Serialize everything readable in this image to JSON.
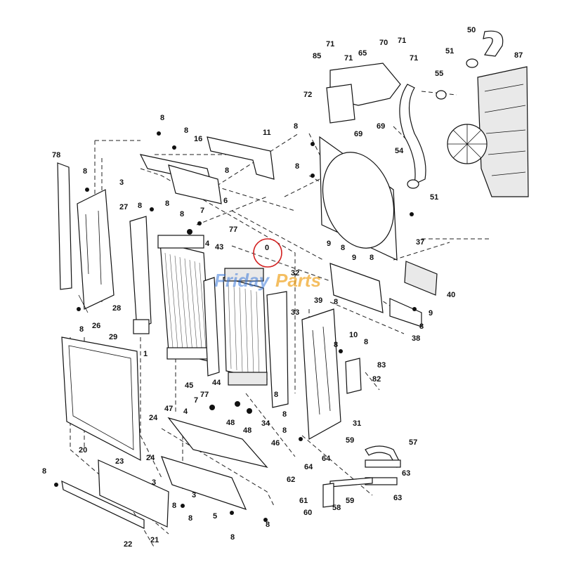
{
  "watermark": {
    "text_a": "Friday",
    "text_b": "Parts"
  },
  "highlight_label": "0",
  "labels": [
    {
      "id": "50",
      "t": "50"
    },
    {
      "id": "51a",
      "t": "51"
    },
    {
      "id": "87",
      "t": "87"
    },
    {
      "id": "71a",
      "t": "71"
    },
    {
      "id": "70",
      "t": "70"
    },
    {
      "id": "71b",
      "t": "71"
    },
    {
      "id": "85",
      "t": "85"
    },
    {
      "id": "71c",
      "t": "71"
    },
    {
      "id": "65",
      "t": "65"
    },
    {
      "id": "71d",
      "t": "71"
    },
    {
      "id": "55",
      "t": "55"
    },
    {
      "id": "72",
      "t": "72"
    },
    {
      "id": "69a",
      "t": "69"
    },
    {
      "id": "69b",
      "t": "69"
    },
    {
      "id": "8a",
      "t": "8"
    },
    {
      "id": "8b",
      "t": "8"
    },
    {
      "id": "16",
      "t": "16"
    },
    {
      "id": "11",
      "t": "11"
    },
    {
      "id": "8c",
      "t": "8"
    },
    {
      "id": "8d",
      "t": "8"
    },
    {
      "id": "8e",
      "t": "8"
    },
    {
      "id": "54",
      "t": "54"
    },
    {
      "id": "78",
      "t": "78"
    },
    {
      "id": "8f",
      "t": "8"
    },
    {
      "id": "3a",
      "t": "3"
    },
    {
      "id": "8g",
      "t": "8"
    },
    {
      "id": "8h",
      "t": "8"
    },
    {
      "id": "6",
      "t": "6"
    },
    {
      "id": "51b",
      "t": "51"
    },
    {
      "id": "27",
      "t": "27"
    },
    {
      "id": "7a",
      "t": "7"
    },
    {
      "id": "8i",
      "t": "8"
    },
    {
      "id": "77a",
      "t": "77"
    },
    {
      "id": "37",
      "t": "37"
    },
    {
      "id": "4a",
      "t": "4"
    },
    {
      "id": "43",
      "t": "43"
    },
    {
      "id": "9a",
      "t": "9"
    },
    {
      "id": "8j",
      "t": "8"
    },
    {
      "id": "9b",
      "t": "9"
    },
    {
      "id": "8k",
      "t": "8"
    },
    {
      "id": "32",
      "t": "32"
    },
    {
      "id": "40",
      "t": "40"
    },
    {
      "id": "28",
      "t": "28"
    },
    {
      "id": "39",
      "t": "39"
    },
    {
      "id": "8l",
      "t": "8"
    },
    {
      "id": "9c",
      "t": "9"
    },
    {
      "id": "8m",
      "t": "8"
    },
    {
      "id": "26",
      "t": "26"
    },
    {
      "id": "33",
      "t": "33"
    },
    {
      "id": "8n",
      "t": "8"
    },
    {
      "id": "29",
      "t": "29"
    },
    {
      "id": "10",
      "t": "10"
    },
    {
      "id": "38",
      "t": "38"
    },
    {
      "id": "1",
      "t": "1"
    },
    {
      "id": "8o",
      "t": "8"
    },
    {
      "id": "8p",
      "t": "8"
    },
    {
      "id": "83",
      "t": "83"
    },
    {
      "id": "45",
      "t": "45"
    },
    {
      "id": "44",
      "t": "44"
    },
    {
      "id": "82",
      "t": "82"
    },
    {
      "id": "77b",
      "t": "77"
    },
    {
      "id": "7b",
      "t": "7"
    },
    {
      "id": "24a",
      "t": "24"
    },
    {
      "id": "47",
      "t": "47"
    },
    {
      "id": "4b",
      "t": "4"
    },
    {
      "id": "8q",
      "t": "8"
    },
    {
      "id": "48a",
      "t": "48"
    },
    {
      "id": "48b",
      "t": "48"
    },
    {
      "id": "34",
      "t": "34"
    },
    {
      "id": "8r",
      "t": "8"
    },
    {
      "id": "31",
      "t": "31"
    },
    {
      "id": "20",
      "t": "20"
    },
    {
      "id": "8s",
      "t": "8"
    },
    {
      "id": "59a",
      "t": "59"
    },
    {
      "id": "57",
      "t": "57"
    },
    {
      "id": "46",
      "t": "46"
    },
    {
      "id": "24b",
      "t": "24"
    },
    {
      "id": "23",
      "t": "23"
    },
    {
      "id": "64a",
      "t": "64"
    },
    {
      "id": "64b",
      "t": "64"
    },
    {
      "id": "63a",
      "t": "63"
    },
    {
      "id": "8t",
      "t": "8"
    },
    {
      "id": "3b",
      "t": "3"
    },
    {
      "id": "62",
      "t": "62"
    },
    {
      "id": "59b",
      "t": "59"
    },
    {
      "id": "3c",
      "t": "3"
    },
    {
      "id": "61",
      "t": "61"
    },
    {
      "id": "63b",
      "t": "63"
    },
    {
      "id": "8u",
      "t": "8"
    },
    {
      "id": "5",
      "t": "5"
    },
    {
      "id": "60",
      "t": "60"
    },
    {
      "id": "58",
      "t": "58"
    },
    {
      "id": "8v",
      "t": "8"
    },
    {
      "id": "8w",
      "t": "8"
    },
    {
      "id": "8x",
      "t": "8"
    },
    {
      "id": "22",
      "t": "22"
    },
    {
      "id": "21",
      "t": "21"
    }
  ]
}
